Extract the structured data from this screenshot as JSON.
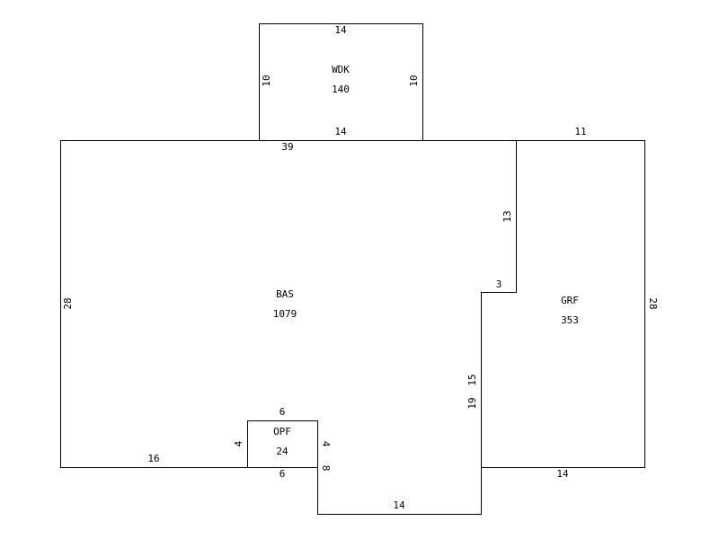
{
  "areas": {
    "wdk": {
      "code": "WDK",
      "area": "140"
    },
    "bas": {
      "code": "BAS",
      "area": "1079"
    },
    "grf": {
      "code": "GRF",
      "area": "353"
    },
    "opf": {
      "code": "OPF",
      "area": "24"
    }
  },
  "dimensions": {
    "wdk_top": "14",
    "wdk_left": "10",
    "wdk_right": "10",
    "wdk_bottom": "14",
    "bas_top": "39",
    "bas_left": "28",
    "bas_right_upper": "13",
    "bas_notch": "3",
    "bas_right_lower_a": "15",
    "bas_right_lower_b": "19",
    "bas_bottom_left": "16",
    "bas_step": "8",
    "bas_bottom_mid": "14",
    "grf_top": "11",
    "grf_right": "28",
    "grf_bottom": "14",
    "opf_top": "6",
    "opf_left": "4",
    "opf_right": "4",
    "opf_bottom": "6"
  }
}
